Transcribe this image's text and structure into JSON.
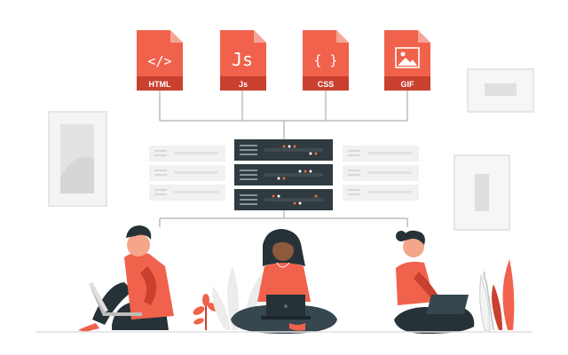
{
  "files": [
    {
      "label": "HTML",
      "symbol": "</>"
    },
    {
      "label": "Js",
      "symbol": "Js"
    },
    {
      "label": "CSS",
      "symbol": "{ }"
    },
    {
      "label": "GIF",
      "symbol": ""
    }
  ],
  "colors": {
    "accent": "#F0624C",
    "accent_dark": "#C9402E",
    "server_dark": "#2F3B40",
    "server_light": "#EDEDED",
    "ink": "#263238",
    "line": "#9E9E9E"
  }
}
